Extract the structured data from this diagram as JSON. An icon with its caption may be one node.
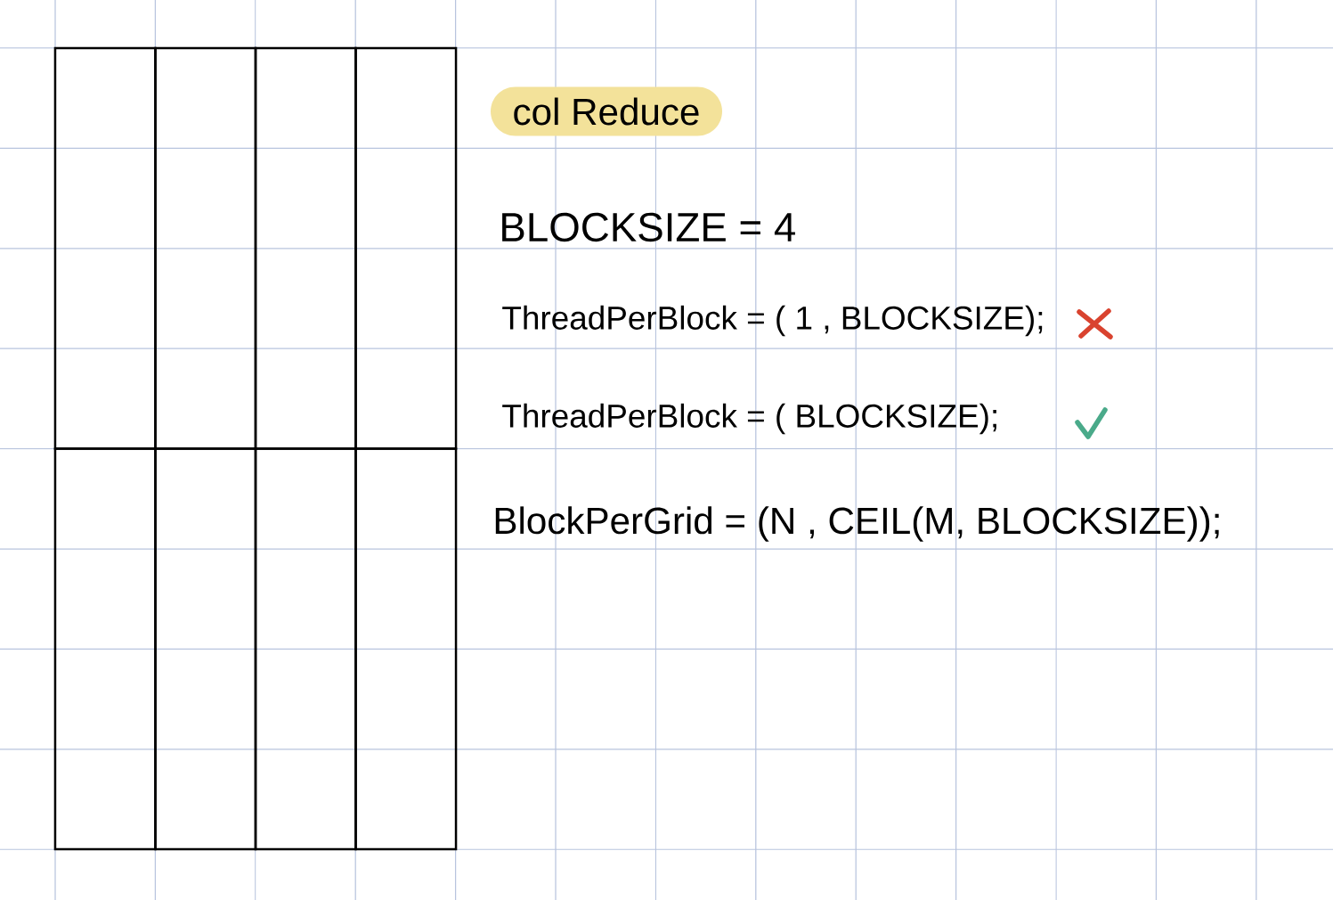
{
  "diagram": {
    "nodes": [
      {
        "text": [
          "col Reduce"
        ]
      },
      {
        "text": [],
        "shape": "box"
      },
      {
        "text": [],
        "shape": "box"
      },
      {
        "text": [],
        "shape": "box"
      },
      {
        "text": [],
        "shape": "box"
      },
      {
        "text": [],
        "shape": "box"
      },
      {
        "text": [],
        "shape": "box"
      },
      {
        "text": [],
        "shape": "box"
      },
      {
        "text": [],
        "shape": "box"
      }
    ],
    "labels": [
      "BLOCKSIZE = 4",
      "ThreadPerBlock = ( 1 , BLOCKSIZE);",
      "ThreadPerBlock = ( BLOCKSIZE);",
      "BlockPerGrid = (N , CEIL(M, BLOCKSIZE));"
    ]
  }
}
